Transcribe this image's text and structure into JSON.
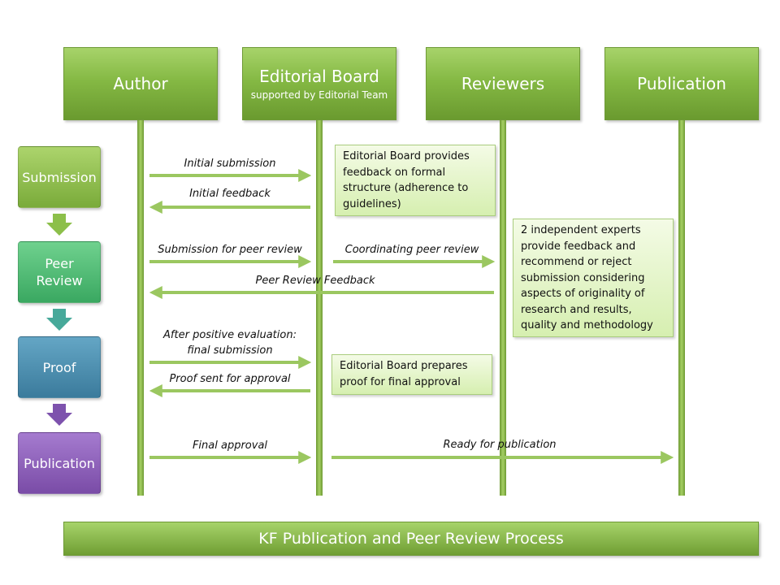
{
  "headers": {
    "author": "Author",
    "editorial_board": "Editorial Board",
    "editorial_board_sub": "supported by Editorial Team",
    "reviewers": "Reviewers",
    "publication": "Publication"
  },
  "stages": {
    "submission": "Submission",
    "peer_review_line1": "Peer",
    "peer_review_line2": "Review",
    "proof": "Proof",
    "publication": "Publication"
  },
  "messages": {
    "initial_submission": "Initial submission",
    "initial_feedback": "Initial feedback",
    "submission_for_peer_review": "Submission for peer review",
    "coordinating_peer_review": "Coordinating peer review",
    "peer_review_feedback": "Peer Review Feedback",
    "after_positive_line1": "After positive evaluation:",
    "after_positive_line2": "final submission",
    "proof_sent": "Proof sent for approval",
    "final_approval": "Final approval",
    "ready_for_publication": "Ready for publication"
  },
  "notes": {
    "editorial_feedback": "Editorial Board provides feedback on formal structure (adherence to guidelines)",
    "reviewers_note": "2 independent experts provide feedback and recommend or reject submission considering aspects of originality of research and results, quality and methodology",
    "proof_note": "Editorial Board prepares proof for final approval"
  },
  "footer": "KF Publication and Peer Review Process",
  "colors": {
    "green_accent": "#85b944",
    "arrow": "#9bc760",
    "stage_submission": "#8fbf4f",
    "stage_peer_review": "#4cbc73",
    "stage_proof": "#4a8fb2",
    "stage_publication": "#8c5fbc"
  }
}
